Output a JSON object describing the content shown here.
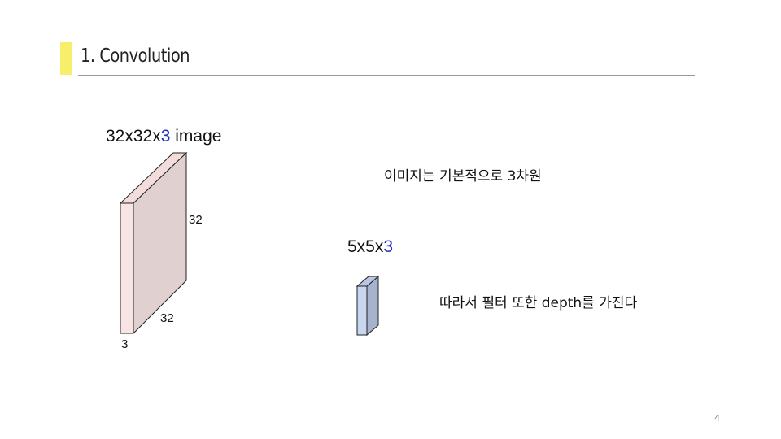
{
  "slide": {
    "title": "1. Convolution",
    "page_number": "4",
    "accent_color": "#f7ef6a"
  },
  "image_volume": {
    "caption_prefix": "32x32x",
    "caption_depth": "3",
    "caption_suffix": " image",
    "height_label": "32",
    "width_label": "32",
    "depth_label": "3",
    "front_color": "#f8e4e4",
    "side_color": "#e0d0d0"
  },
  "filter_volume": {
    "caption_prefix": "5x5x",
    "caption_depth": "3",
    "front_color": "#c8d6f0",
    "side_color": "#a6b3cc"
  },
  "notes": {
    "image_note": "이미지는 기본적으로 3차원",
    "filter_note": "따라서 필터 또한 depth를 가진다"
  }
}
